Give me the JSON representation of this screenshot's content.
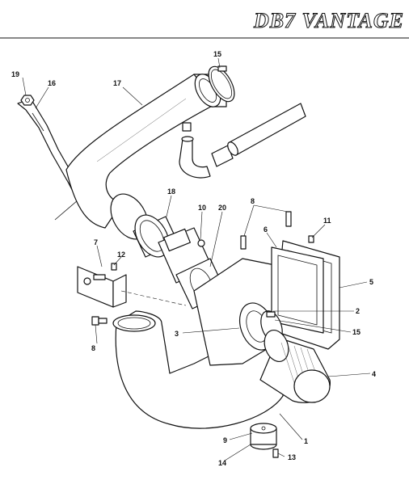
{
  "header": {
    "title": "DB7 VANTAGE"
  },
  "callouts": [
    {
      "id": "c1",
      "text": "1"
    },
    {
      "id": "c2",
      "text": "2"
    },
    {
      "id": "c3",
      "text": "3"
    },
    {
      "id": "c4",
      "text": "4"
    },
    {
      "id": "c5",
      "text": "5"
    },
    {
      "id": "c6",
      "text": "6"
    },
    {
      "id": "c7",
      "text": "7"
    },
    {
      "id": "c8a",
      "text": "8"
    },
    {
      "id": "c8b",
      "text": "8"
    },
    {
      "id": "c9",
      "text": "9"
    },
    {
      "id": "c10",
      "text": "10"
    },
    {
      "id": "c11",
      "text": "11"
    },
    {
      "id": "c12",
      "text": "12"
    },
    {
      "id": "c13",
      "text": "13"
    },
    {
      "id": "c14",
      "text": "14"
    },
    {
      "id": "c15a",
      "text": "15"
    },
    {
      "id": "c15b",
      "text": "15"
    },
    {
      "id": "c16",
      "text": "16"
    },
    {
      "id": "c17",
      "text": "17"
    },
    {
      "id": "c18",
      "text": "18"
    },
    {
      "id": "c19",
      "text": "19"
    },
    {
      "id": "c20",
      "text": "20"
    }
  ]
}
